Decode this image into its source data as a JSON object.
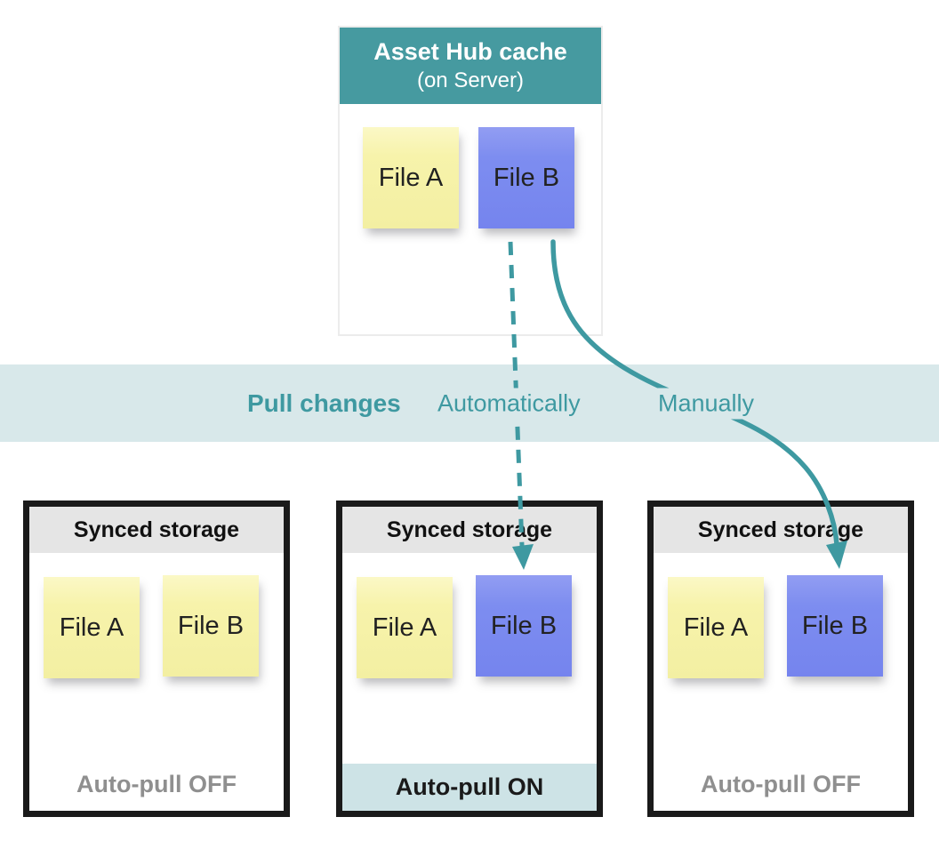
{
  "cache": {
    "title": "Asset Hub cache",
    "subtitle": "(on Server)",
    "files": [
      {
        "label": "File A",
        "color": "yellow"
      },
      {
        "label": "File B",
        "color": "blue"
      }
    ]
  },
  "band": {
    "title": "Pull changes",
    "methods": [
      {
        "label": "Automatically",
        "arrow": "dashed"
      },
      {
        "label": "Manually",
        "arrow": "solid"
      }
    ]
  },
  "storages": [
    {
      "title": "Synced storage",
      "files": [
        {
          "label": "File A",
          "color": "yellow"
        },
        {
          "label": "File B",
          "color": "yellow"
        }
      ],
      "footer": "Auto-pull OFF",
      "auto_pull": "off"
    },
    {
      "title": "Synced storage",
      "files": [
        {
          "label": "File A",
          "color": "yellow"
        },
        {
          "label": "File B",
          "color": "blue"
        }
      ],
      "footer": "Auto-pull ON",
      "auto_pull": "on"
    },
    {
      "title": "Synced storage",
      "files": [
        {
          "label": "File A",
          "color": "yellow"
        },
        {
          "label": "File B",
          "color": "blue"
        }
      ],
      "footer": "Auto-pull OFF",
      "auto_pull": "off"
    }
  ],
  "colors": {
    "teal": "#3e99a1",
    "cache_header_bg": "#469aa0",
    "band_bg": "#d8e8ea",
    "auto_on_bg": "#cde3e6",
    "note_yellow": "#f6f2a7",
    "note_blue": "#7b8bf0",
    "storage_header_bg": "#e5e5e5",
    "box_border": "#1a1a1a",
    "off_text": "#8f8f8f"
  }
}
